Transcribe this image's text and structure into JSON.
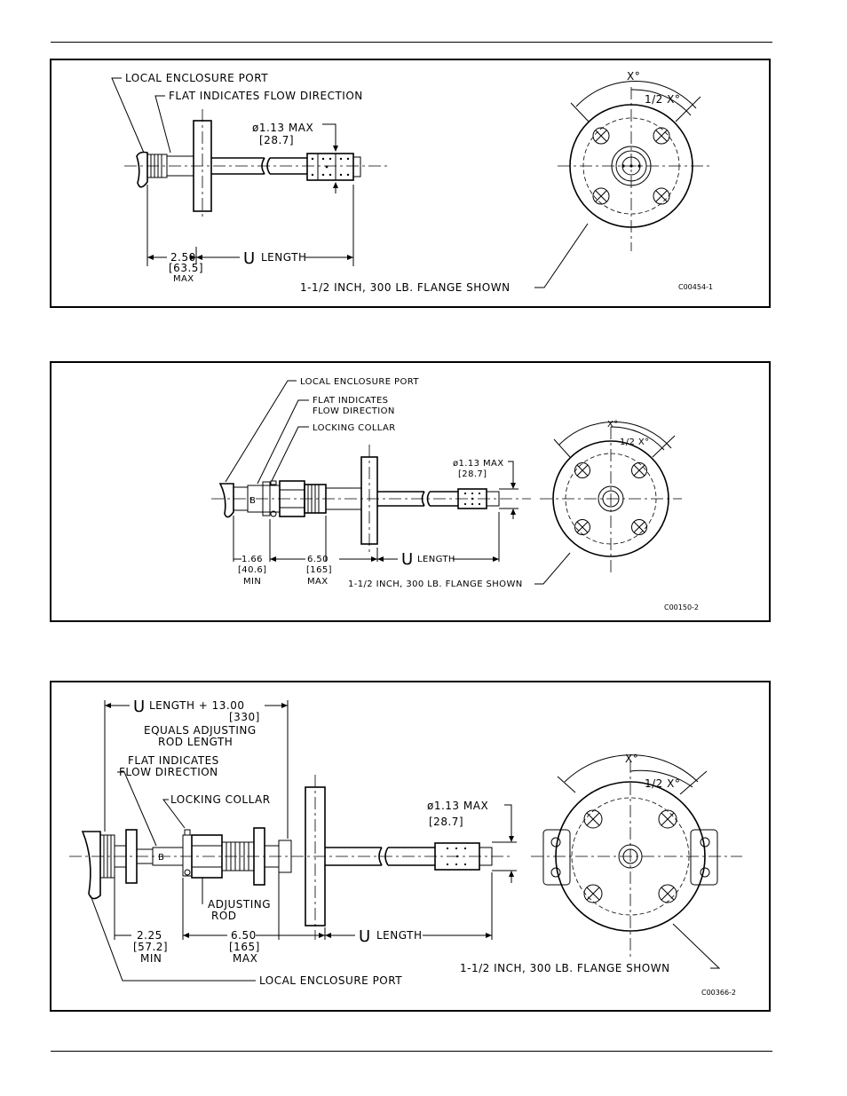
{
  "figure1": {
    "local_enclosure_port": "LOCAL ENCLOSURE PORT",
    "flat_indicates": "FLAT INDICATES FLOW DIRECTION",
    "dia_max": "ø1.13 MAX",
    "dia_mm": "[28.7]",
    "dim_in": "2.50",
    "dim_mm": "[63.5]",
    "dim_note": "MAX",
    "u": "U",
    "length": "LENGTH",
    "x": "X°",
    "half_x": "1/2 X°",
    "flange": "1-1/2 INCH, 300 LB. FLANGE SHOWN",
    "code": "C00454-1"
  },
  "figure2": {
    "local_enclosure_port": "LOCAL ENCLOSURE PORT",
    "flat_line1": "FLAT INDICATES",
    "flat_line2": "FLOW DIRECTION",
    "locking_collar": "LOCKING COLLAR",
    "dia_max": "ø1.13 MAX",
    "dia_mm": "[28.7]",
    "dim1_in": "1.66",
    "dim1_mm": "[40.6]",
    "dim1_note": "MIN",
    "dim2_in": "6.50",
    "dim2_mm": "[165]",
    "dim2_note": "MAX",
    "u": "U",
    "length": "LENGTH",
    "x": "X°",
    "half_x": "1/2 X°",
    "flange": "1-1/2 INCH, 300 LB. FLANGE SHOWN",
    "code": "C00150-2",
    "b_mark": "B"
  },
  "figure3": {
    "u": "U",
    "rod_length_line1": "LENGTH + 13.00",
    "rod_length_mm": "[330]",
    "rod_length_line2": "EQUALS ADJUSTING",
    "rod_length_line3": "ROD LENGTH",
    "flat_line1": "FLAT INDICATES",
    "flat_line2": "FLOW DIRECTION",
    "locking_collar": "LOCKING COLLAR",
    "adjusting_rod_line1": "ADJUSTING",
    "adjusting_rod_line2": "ROD",
    "dia_max": "ø1.13 MAX",
    "dia_mm": "[28.7]",
    "dim1_in": "2.25",
    "dim1_mm": "[57.2]",
    "dim1_note": "MIN",
    "dim2_in": "6.50",
    "dim2_mm": "[165]",
    "dim2_note": "MAX",
    "length": "LENGTH",
    "local_enclosure_port": "LOCAL ENCLOSURE PORT",
    "x": "X°",
    "half_x": "1/2 X°",
    "flange": "1-1/2 INCH, 300 LB. FLANGE SHOWN",
    "code": "C00366-2",
    "b_mark": "B"
  }
}
